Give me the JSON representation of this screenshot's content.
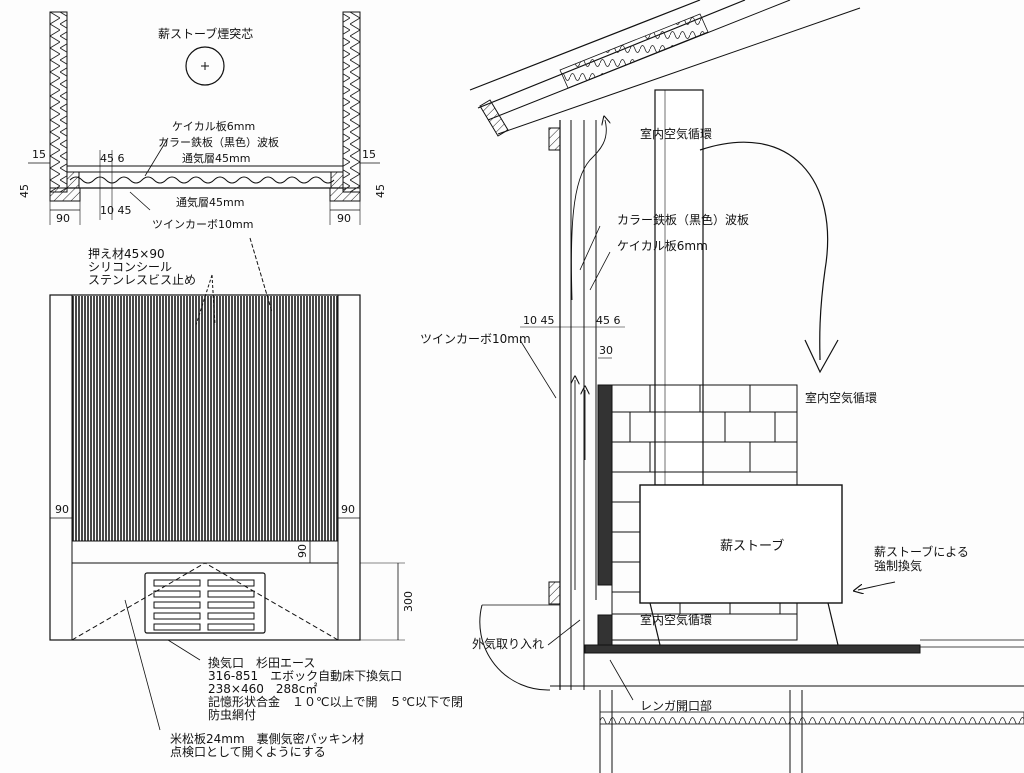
{
  "plan": {
    "chimney_label": "薪ストーブ煙突芯",
    "board_label": "ケイカル板6mm",
    "steel_label": "カラー鉄板（黒色）波板",
    "vent_upper": "通気層45mm",
    "vent_lower": "通気層45mm",
    "twin_label": "ツインカーボ10mm",
    "dim_15_left": "15",
    "dim_15_right": "15",
    "dim_45_left": "45",
    "dim_45_right": "45",
    "dim_45_6": "45 6",
    "dim_10_45": "10 45",
    "dim_90_left": "90",
    "dim_90_right": "90"
  },
  "elevation": {
    "fix_line1": "押え材45×90",
    "fix_line2": "シリコンシール",
    "fix_line3": "ステンレスビス止め",
    "dim_90_left": "90",
    "dim_90_right": "90",
    "dim_90_mid": "90",
    "dim_300": "300",
    "vent_notes": [
      "換気口　杉田エース",
      "316-851　エボック自動床下換気口",
      "238×460　288c㎡",
      "記憶形状合金　１０℃以上で開　５℃以下で閉",
      "防虫網付"
    ],
    "panel_notes": [
      "米松板24mm　裏側気密パッキン材",
      "点検口として開くようにする"
    ]
  },
  "section": {
    "circ_top": "室内空気循環",
    "steel_label": "カラー鉄板（黒色）波板",
    "board_label": "ケイカル板6mm",
    "twin_label": "ツインカーボ10mm",
    "dim_10_45": "10 45",
    "dim_45_6": "45 6",
    "dim_30": "30",
    "circ_right": "室内空気循環",
    "stove_label": "薪ストーブ",
    "forced_line1": "薪ストーブによる",
    "forced_line2": "強制換気",
    "circ_bottom": "室内空気循環",
    "intake_label": "外気取り入れ",
    "brick_opening": "レンガ開口部"
  }
}
